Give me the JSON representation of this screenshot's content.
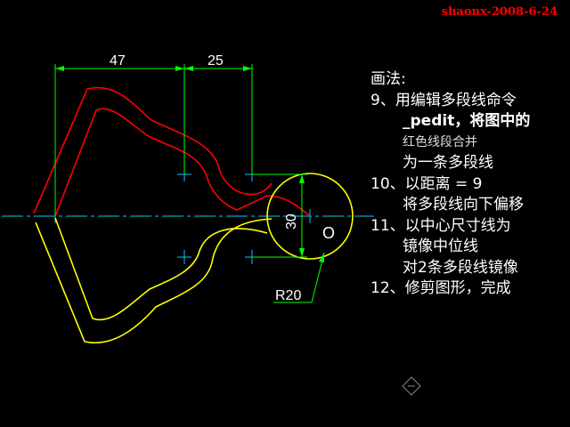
{
  "watermark": "shaonx-2008-6-24",
  "dimensions": {
    "width_left": "47",
    "width_right": "25",
    "height": "30",
    "radius": "R20",
    "center_label": "O"
  },
  "notes": {
    "heading": "画法:",
    "step9_line1": "9、用编辑多段线命令",
    "step9_line2": "_pedit，将图中的",
    "step9_line3": "红色线段合并",
    "step9_line4": "为一条多段线",
    "step10_line1": "10、以距离 = 9",
    "step10_line2": "将多段线向下偏移",
    "step11_line1": "11、以中心尺寸线为",
    "step11_line2": "镜像中位线",
    "step11_line3": "对2条多段线镜像",
    "step12": "12、修剪图形，完成"
  },
  "colors": {
    "background": "#000000",
    "upper_profile": "#ff0000",
    "lower_profile": "#ffff00",
    "dimension": "#00ff00",
    "centerline": "#00ccff",
    "text": "#ffffff",
    "watermark": "#ff0000"
  }
}
